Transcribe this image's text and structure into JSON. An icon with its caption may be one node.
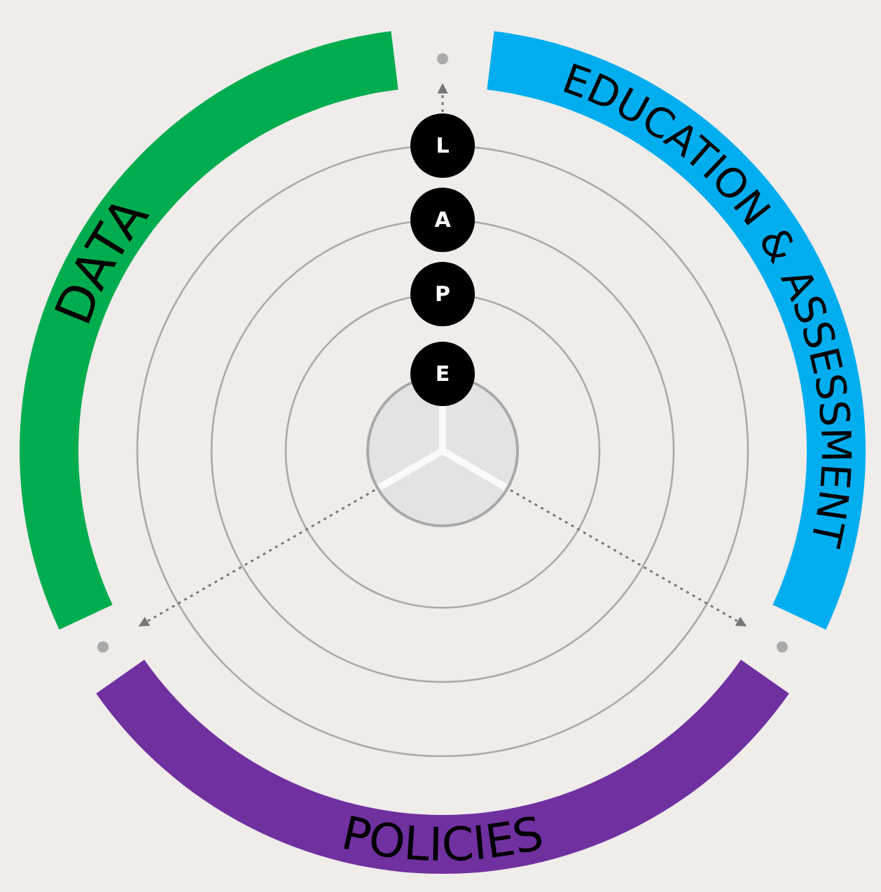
{
  "diagram": {
    "nodes": [
      {
        "text": [
          "DATA"
        ]
      },
      {
        "text": [
          "EDUCATION & ASSESSMENT"
        ]
      },
      {
        "text": [
          "POLICIES"
        ]
      },
      {
        "text": [
          "L"
        ]
      },
      {
        "text": [
          "A"
        ]
      },
      {
        "text": [
          "P"
        ]
      },
      {
        "text": [
          "E"
        ]
      },
      {
        "text": [],
        "shape": "circle"
      }
    ],
    "edges": [
      {
        "from": 3,
        "to": null,
        "arrow": "to",
        "style": "dashed"
      },
      {
        "from": 7,
        "to": null,
        "arrow": "to",
        "style": "dashed"
      },
      {
        "from": 7,
        "to": null,
        "arrow": "to",
        "style": "dashed"
      }
    ]
  }
}
